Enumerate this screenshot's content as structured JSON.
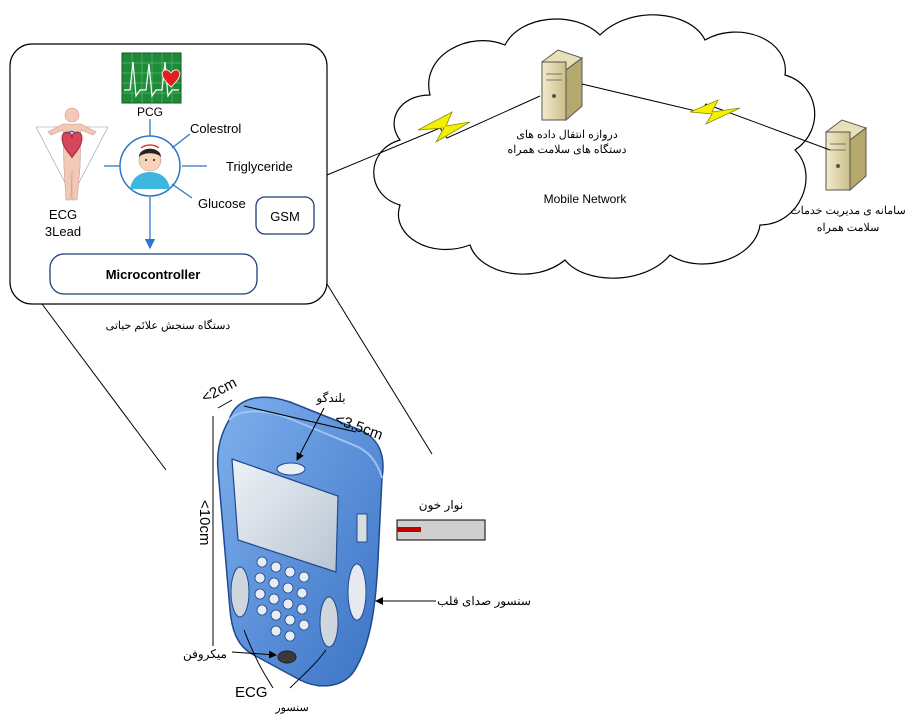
{
  "device_box": {
    "pcg_label": "PCG",
    "ecg_label_line1": "ECG",
    "ecg_label_line2": "3Lead",
    "colestrol_label": "Colestrol",
    "triglyceride_label": "Triglyceride",
    "glucose_label": "Glucose",
    "gsm_label": "GSM",
    "microcontroller_label": "Microcontroller",
    "caption": "دستگاه سنجش علائم حیاتی"
  },
  "network": {
    "gateway_line1": "دروازه انتقال داده های",
    "gateway_line2": "دستگاه های سلامت همراه",
    "cloud_label": "Mobile Network",
    "server_line1": "سامانه ی مدیریت خدمات",
    "server_line2": "سلامت همراه"
  },
  "device_drawing": {
    "width_dim": "<2cm",
    "depth_dim": "<3.5cm",
    "height_dim": "<10cm",
    "speaker_label": "بلندگو",
    "strip_label": "نوار خون",
    "heart_sensor_label": "سنسور صدای قلب",
    "microphone_label": "میکروفن",
    "ecg_sensor_word": "ECG",
    "ecg_sensor_prefix": "سنسور"
  },
  "colors": {
    "device_blue": "#5b8fd6",
    "device_dark_blue": "#2c5fa8",
    "wireless_yellow": "#f4f000",
    "arrow_blue": "#2e75c8",
    "strip_red": "#c00000"
  }
}
